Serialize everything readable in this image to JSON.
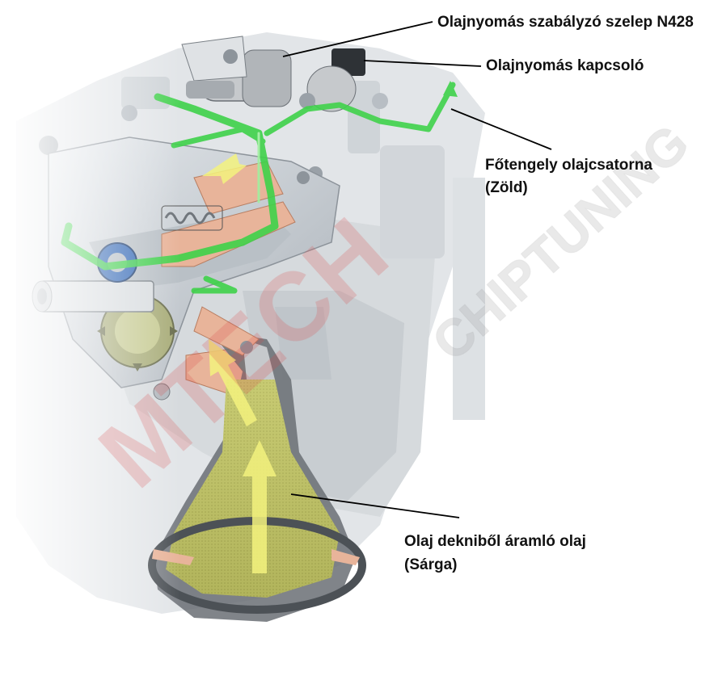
{
  "labels": {
    "valve": "Olajnyomás szabályzó szelep N428",
    "switch": "Olajnyomás kapcsoló",
    "crank_line1": "Főtengely olajcsatorna",
    "crank_line2": "(Zöld)",
    "pan_line1": "Olaj dekniből áramló olaj",
    "pan_line2": "(Sárga)"
  },
  "watermark": {
    "word1": "MTECH",
    "word2": "CHIPTUNING"
  },
  "colors": {
    "green_channel": "#3fd24a",
    "yellow_flow": "#f2f27a",
    "copper": "#e8b49a",
    "metal": "#c9ced3",
    "watermark": "#d94a4a"
  }
}
